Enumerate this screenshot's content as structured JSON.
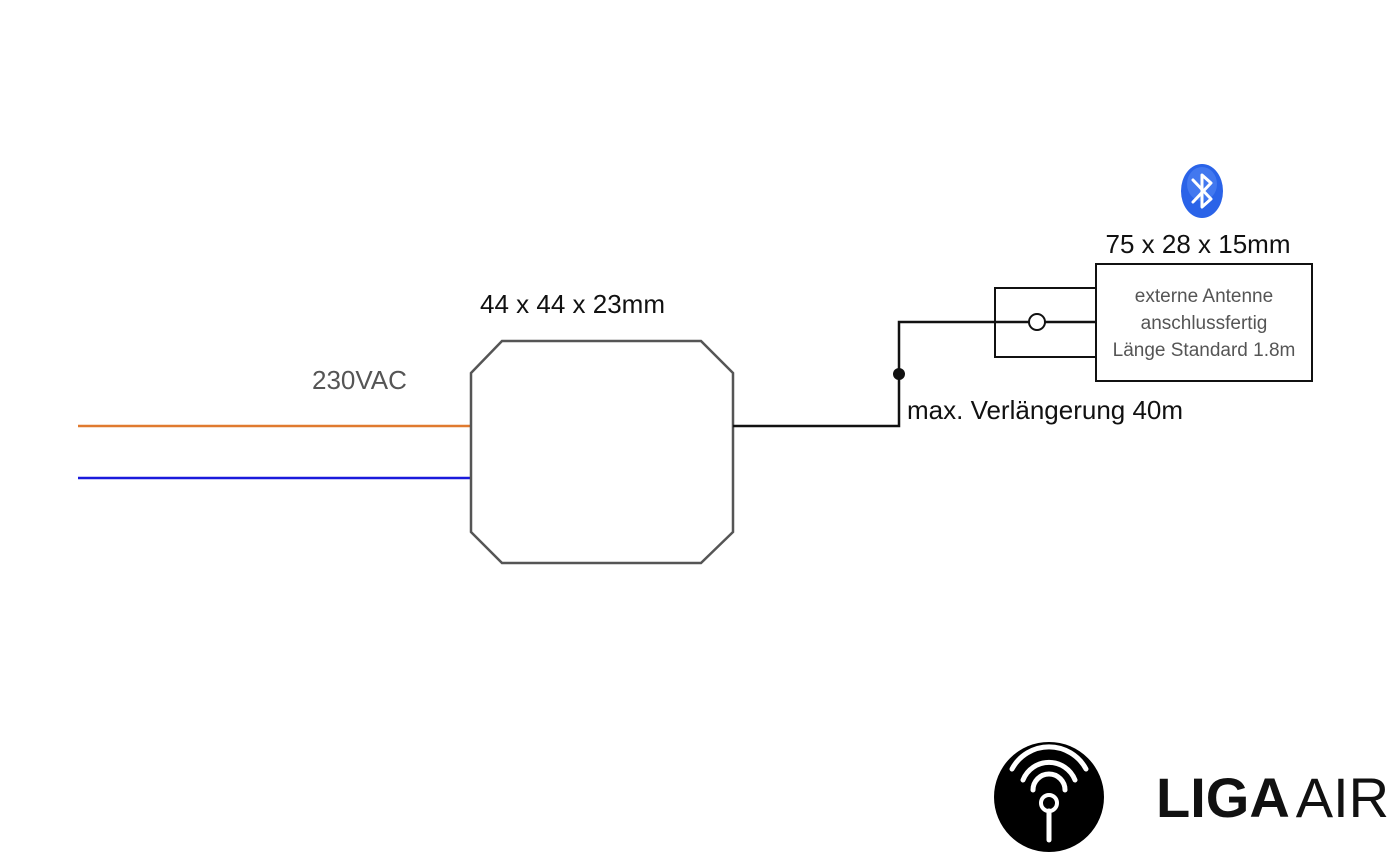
{
  "labels": {
    "voltage": "230VAC",
    "module_size": "44 x 44 x 23mm",
    "antenna_size": "75 x 28 x 15mm",
    "extension": "max. Verlängerung 40m"
  },
  "antenna_box": {
    "line1": "externe Antenne",
    "line2": "anschlussfertig",
    "line3": "Länge Standard 1.8m"
  },
  "logo": {
    "brand_bold": "LIGA",
    "brand_light": "AIR"
  },
  "colors": {
    "line_phase": "#e07a2f",
    "line_neutral": "#1a1adc",
    "module_outline": "#555555",
    "wire": "#111111",
    "bluetooth": "#2a63e8"
  },
  "icons": {
    "bluetooth": "bluetooth-icon",
    "logo_mark": "wifi-antenna-logo-icon"
  }
}
